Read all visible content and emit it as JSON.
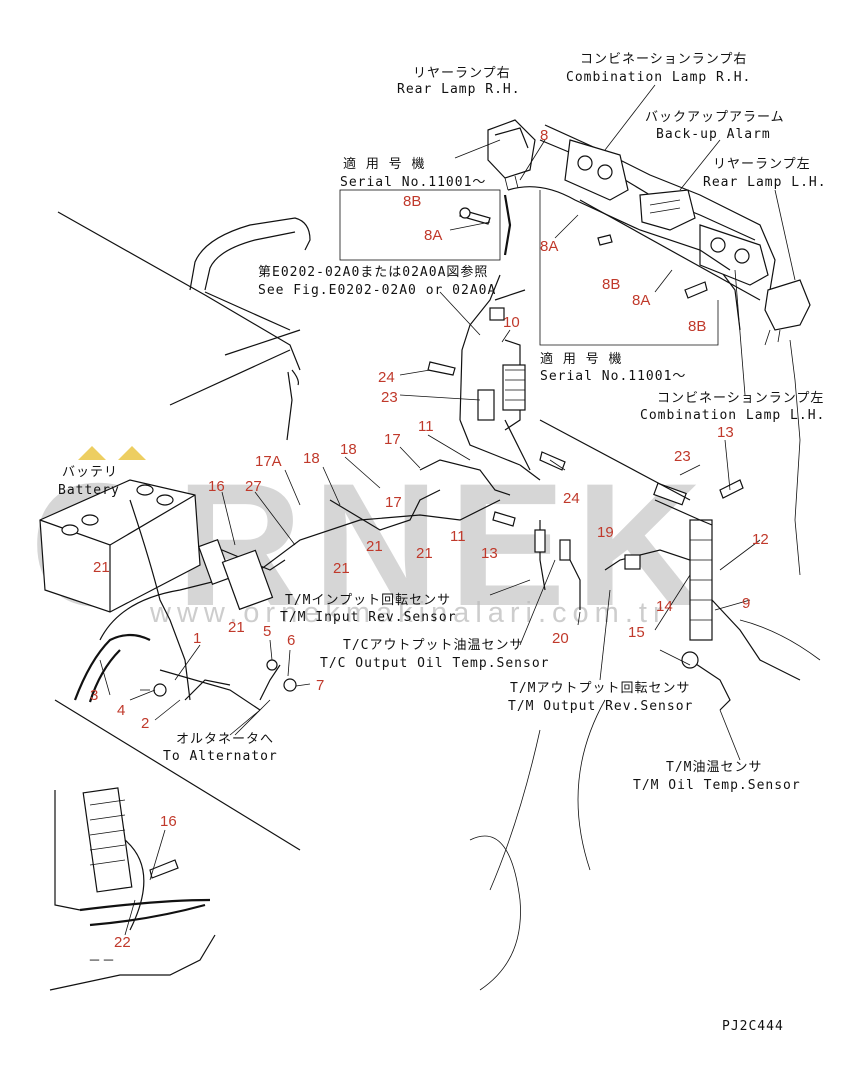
{
  "diagram": {
    "code": "PJ2C444",
    "watermark": {
      "brand": "ORNEK",
      "url": "www.ornekmakinalari.com.tr",
      "accent": "#e8c23a"
    },
    "labels": {
      "rear_lamp_rh_jp": "リヤーランプ右",
      "rear_lamp_rh_en": "Rear Lamp R.H.",
      "combination_rh_jp": "コンビネーションランプ右",
      "combination_rh_en": "Combination Lamp R.H.",
      "backup_alarm_jp": "バックアップアラーム",
      "backup_alarm_en": "Back-up Alarm",
      "rear_lamp_lh_jp": "リヤーランプ左",
      "rear_lamp_lh_en": "Rear Lamp L.H.",
      "serial1_jp": "適 用 号 機",
      "serial1_en": "Serial No.11001～",
      "see_fig_jp": "第E0202-02A0または02A0A図参照",
      "see_fig_en": "See Fig.E0202-02A0 or 02A0A",
      "serial2_jp": "適 用 号 機",
      "serial2_en": "Serial No.11001～",
      "combination_lh_jp": "コンビネーションランプ左",
      "combination_lh_en": "Combination Lamp L.H.",
      "battery_jp": "バッテリ",
      "battery_en": "Battery",
      "tm_input_jp": "T/Mインプット回転センサ",
      "tm_input_en": "T/M Input Rev.Sensor",
      "tc_output_jp": "T/Cアウトプット油温センサ",
      "tc_output_en": "T/C Output Oil Temp.Sensor",
      "tm_output_jp": "T/Mアウトプット回転センサ",
      "tm_output_en": "T/M Output Rev.Sensor",
      "alternator_jp": "オルタネータへ",
      "alternator_en": "To Alternator",
      "tm_oil_jp": "T/M油温センサ",
      "tm_oil_en": "T/M Oil Temp.Sensor"
    },
    "parts": {
      "p8": "8",
      "p8b_1": "8B",
      "p8a_1": "8A",
      "p8a_2": "8A",
      "p8b_2": "8B",
      "p8a_3": "8A",
      "p8b_3": "8B",
      "p10": "10",
      "p24_1": "24",
      "p23_1": "23",
      "p18": "18",
      "p17": "17",
      "p11_1": "11",
      "p17a": "17A",
      "p16_1": "16",
      "p27": "27",
      "p17_2": "17",
      "p24_2": "24",
      "p23_2": "23",
      "p13_1": "13",
      "p13_2": "13",
      "p21_1": "21",
      "p21_2": "21",
      "p21_3": "21",
      "p21_4": "21",
      "p21_5": "21",
      "p11_2": "11",
      "p19": "19",
      "p12": "12",
      "p14": "14",
      "p9": "9",
      "p20": "20",
      "p15": "15",
      "p1": "1",
      "p3": "3",
      "p4": "4",
      "p2": "2",
      "p5": "5",
      "p6": "6",
      "p7": "7",
      "p16_2": "16",
      "p22": "22"
    }
  }
}
